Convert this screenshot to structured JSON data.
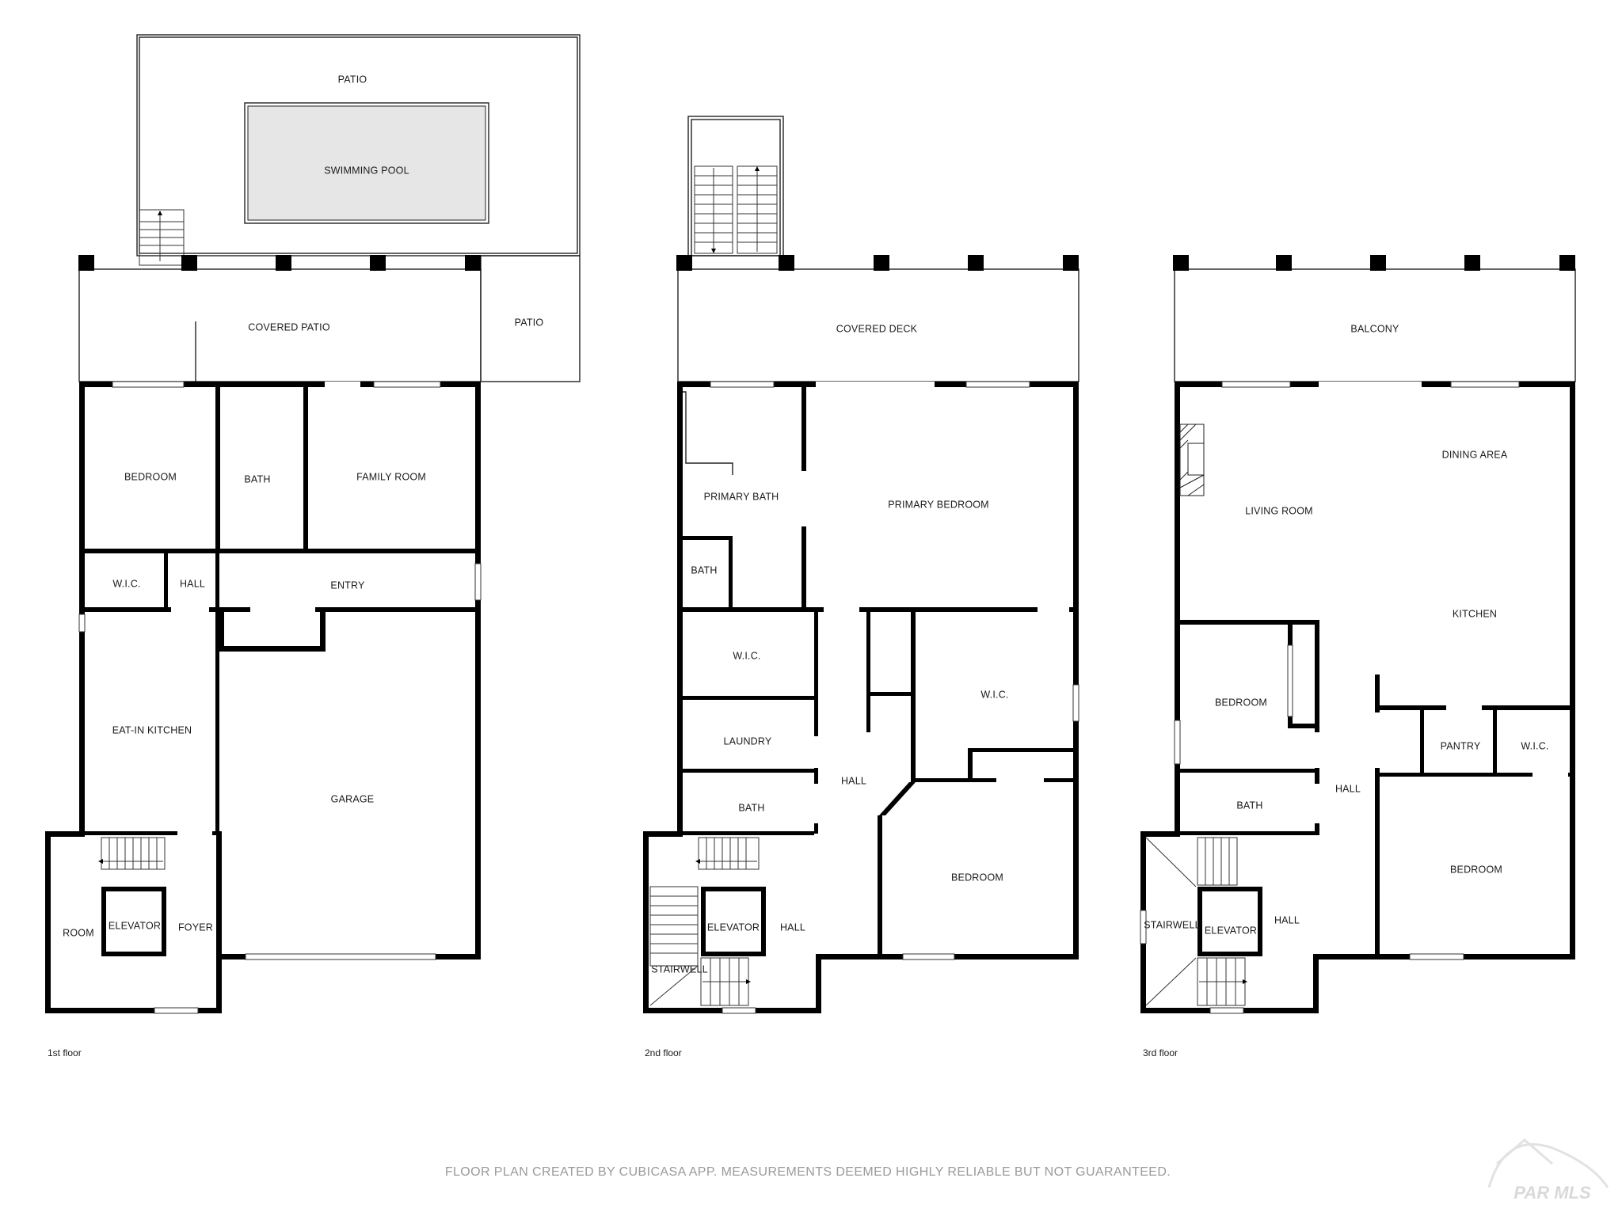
{
  "floors": [
    {
      "id": "1",
      "caption": "1st floor",
      "rooms": {
        "patio_top": "PATIO",
        "swimming_pool": "SWIMMING POOL",
        "covered_patio": "COVERED PATIO",
        "patio_side": "PATIO",
        "bedroom": "BEDROOM",
        "bath": "BATH",
        "family_room": "FAMILY ROOM",
        "wic": "W.I.C.",
        "hall": "HALL",
        "entry": "ENTRY",
        "eat_in_kitchen": "EAT-IN KITCHEN",
        "garage": "GARAGE",
        "room": "ROOM",
        "elevator": "ELEVATOR",
        "foyer": "FOYER"
      }
    },
    {
      "id": "2",
      "caption": "2nd floor",
      "rooms": {
        "covered_deck": "COVERED DECK",
        "primary_bath": "PRIMARY BATH",
        "primary_bedroom": "PRIMARY BEDROOM",
        "bath_small": "BATH",
        "wic_left": "W.I.C.",
        "wic_right": "W.I.C.",
        "laundry": "LAUNDRY",
        "hall_center": "HALL",
        "bath_lower": "BATH",
        "bedroom": "BEDROOM",
        "elevator": "ELEVATOR",
        "hall_lower": "HALL",
        "stairwell": "STAIRWELL"
      }
    },
    {
      "id": "3",
      "caption": "3rd floor",
      "rooms": {
        "balcony": "BALCONY",
        "dining_area": "DINING AREA",
        "living_room": "LIVING ROOM",
        "kitchen": "KITCHEN",
        "bedroom_left": "BEDROOM",
        "pantry": "PANTRY",
        "wic": "W.I.C.",
        "bath": "BATH",
        "hall_center": "HALL",
        "bedroom_right": "BEDROOM",
        "stairwell": "STAIRWELL",
        "elevator": "ELEVATOR",
        "hall_lower": "HALL"
      }
    }
  ],
  "footer": {
    "disclaimer": "FLOOR PLAN CREATED BY CUBICASA APP. MEASUREMENTS DEEMED HIGHLY RELIABLE BUT NOT GUARANTEED.",
    "watermark": "PAR MLS"
  },
  "colors": {
    "wall": "#000000",
    "pool": "#e6e6e6",
    "text": "#1a1a1a",
    "disclaimer": "#9a9a9a"
  }
}
